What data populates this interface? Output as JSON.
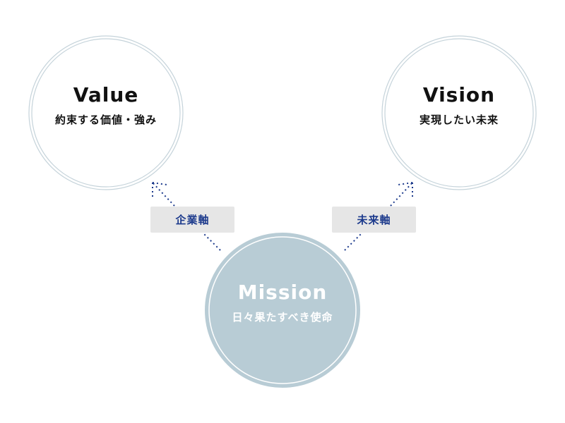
{
  "value": {
    "title": "Value",
    "subtitle": "約束する価値・強み"
  },
  "vision": {
    "title": "Vision",
    "subtitle": "実現したい未来"
  },
  "mission": {
    "title": "Mission",
    "subtitle": "日々果たすべき使命"
  },
  "axes": {
    "left_label": "企業軸",
    "right_label": "未来軸"
  },
  "colors": {
    "ring": "#c5d3da",
    "mission_fill": "#b8ccd5",
    "accent": "#1c3a8c",
    "label_bg": "#e6e6e6"
  }
}
